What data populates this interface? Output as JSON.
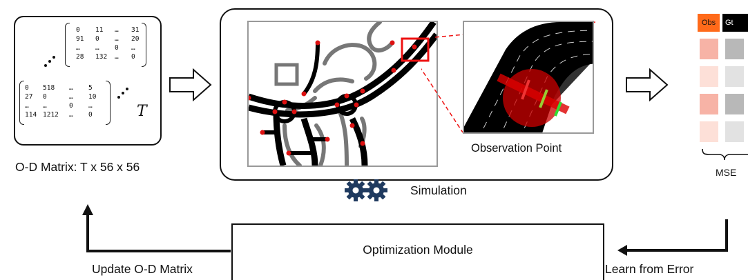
{
  "od_panel": {
    "label": "O-D Matrix: T x 56 x 56",
    "t_symbol": "T",
    "back_matrix": [
      [
        "0",
        "11",
        "…",
        "31"
      ],
      [
        "91",
        "0",
        "…",
        "20"
      ],
      [
        "…",
        "…",
        "0",
        "…"
      ],
      [
        "28",
        "132",
        "…",
        "0"
      ]
    ],
    "front_matrix": [
      [
        "0",
        "518",
        "…",
        "5"
      ],
      [
        "27",
        "0",
        "…",
        "10"
      ],
      [
        "…",
        "…",
        "0",
        "…"
      ],
      [
        "114",
        "1212",
        "…",
        "0"
      ]
    ]
  },
  "simulation": {
    "label": "Simulation",
    "observation_label": "Observation Point",
    "icon": "gears-icon"
  },
  "mse_panel": {
    "headers": [
      "Obs",
      "Gt"
    ],
    "obs_color": "#ff6a1a",
    "gt_color": "#000000",
    "label": "MSE"
  },
  "optimization": {
    "label": "Optimization Module"
  },
  "feedback": {
    "update_label": "Update O-D Matrix",
    "learn_label": "Learn from Error"
  }
}
